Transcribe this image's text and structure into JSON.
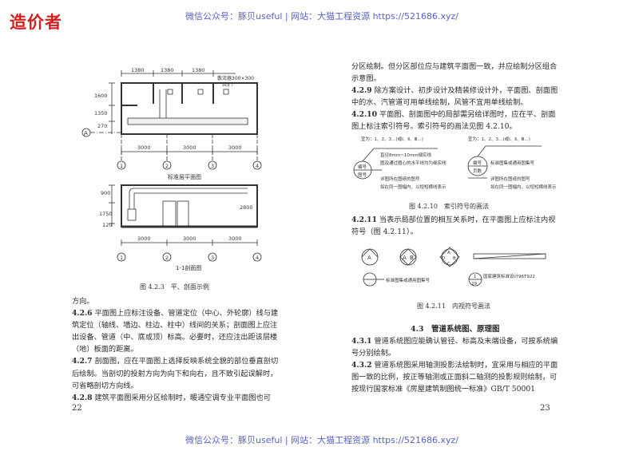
{
  "logo": "造价者",
  "watermark_top": "微信公众号：豚贝useful | 网站：大猫工程资源 https://521686.xyz/",
  "watermark_bottom": "微信公众号：豚贝useful | 网站：大猫工程资源 https://521686.xyz/",
  "left_page": {
    "figure": {
      "plan_label": "标准层平面图",
      "section_label": "1-1剖面图",
      "caption": "图 4.2.3　平、剖面示例",
      "dims_top": [
        "1380",
        "1380",
        "1380"
      ],
      "note": [
        "散流器300×300",
        "共5个"
      ],
      "dims_plan_side": [
        "1600",
        "1350",
        "270"
      ],
      "dims_bottom": [
        "3000",
        "3000",
        "3000"
      ],
      "grid_axes": [
        "1",
        "2",
        "3",
        "4"
      ],
      "axis_letter": "A",
      "dims_section_side": [
        "900",
        "1750",
        "120"
      ],
      "dim_section_height": "2800"
    },
    "paragraphs": [
      {
        "num": "",
        "text": "方向。"
      },
      {
        "num": "4.2.6",
        "text": "平面图上应标注设备、管道定位（中心、外轮廓）线与建筑定位（轴线、墙边、柱边、柱中）线间的关系；剖面图上应注出设备、管道（中、底或顶）标高。必要时，还应注出距该层楼（地）板面的距离。"
      },
      {
        "num": "4.2.7",
        "text": "剖面图，应在平面图上选择反映系统全貌的部位垂直剖切后绘制。当剖切的投射方向为向下和向右，且不致引起误解时，可省略剖切方向线。"
      },
      {
        "num": "4.2.8",
        "text": "建筑平面图采用分区绘制时，暖通空调专业平面图也可"
      }
    ],
    "page_number": "22"
  },
  "right_page": {
    "paragraphs_top": [
      {
        "num": "",
        "text": "分区绘制。但分区部位应与建筑平面图一致，并应绘制分区组合示意图。"
      },
      {
        "num": "4.2.9",
        "text": "除方案设计、初步设计及精装修设计外，平面图、剖面图中的水、汽管道可用单线绘制，风管不宜用单线绘制。"
      },
      {
        "num": "4.2.10",
        "text": "平面图、剖面图中的局部需另绘详图时，应在平、剖面图上标注索引符号。索引符号的画法见图 4.2.10。"
      }
    ],
    "fig_4_2_10": {
      "left_top": "宜为：1、2、3…(或Ⅰ、Ⅱ、Ⅲ…)",
      "right_top": "宜为：1、2、3…(或Ⅰ、Ⅱ、Ⅲ…)",
      "left_notes": [
        "直径8mm~10mm细实线",
        "圆及通过圆心的水平线均为细实线",
        "详图所在图纸的图号",
        "如在同一图幅内，以短短横线表示"
      ],
      "right_notes": [
        "标准图集或通用图集号",
        "详图所在图纸的图号",
        "如在同一图幅内，以短短横线表示"
      ],
      "circle_left": [
        "编号",
        "图号"
      ],
      "circle_right": [
        "编号",
        "页数"
      ],
      "caption": "图 4.2.10　索引符号的画法"
    },
    "para_4_2_11": {
      "num": "4.2.11",
      "text": "当表示局部位置的相互关系时，在平面图上应标注内视符号（图 4.2.11）。"
    },
    "fig_4_2_11": {
      "symbols": [
        "A",
        "A",
        "B",
        "A",
        "B",
        "C",
        "D"
      ],
      "label_left": "标准图集或通用图集号",
      "label_right": "国家建筑标准设计96T922",
      "ref_num": "1",
      "ref_den": "29",
      "caption": "图 4.2.11　内视符号画法"
    },
    "section_title": "4.3　管道系统图、原理图",
    "paragraphs_bottom": [
      {
        "num": "4.3.1",
        "text": "管道系统图应能确认管径、标高及末端设备，可按系统编号分别绘制。"
      },
      {
        "num": "4.3.2",
        "text": "管道系统图采用轴测投影法绘制时，宜采用与相应的平面图一致的比例，按正等轴测或正面斜二轴测的投影规则绘制，可按现行国家标准《房屋建筑制图统一标准》GB/T 50001"
      }
    ],
    "page_number": "23"
  }
}
